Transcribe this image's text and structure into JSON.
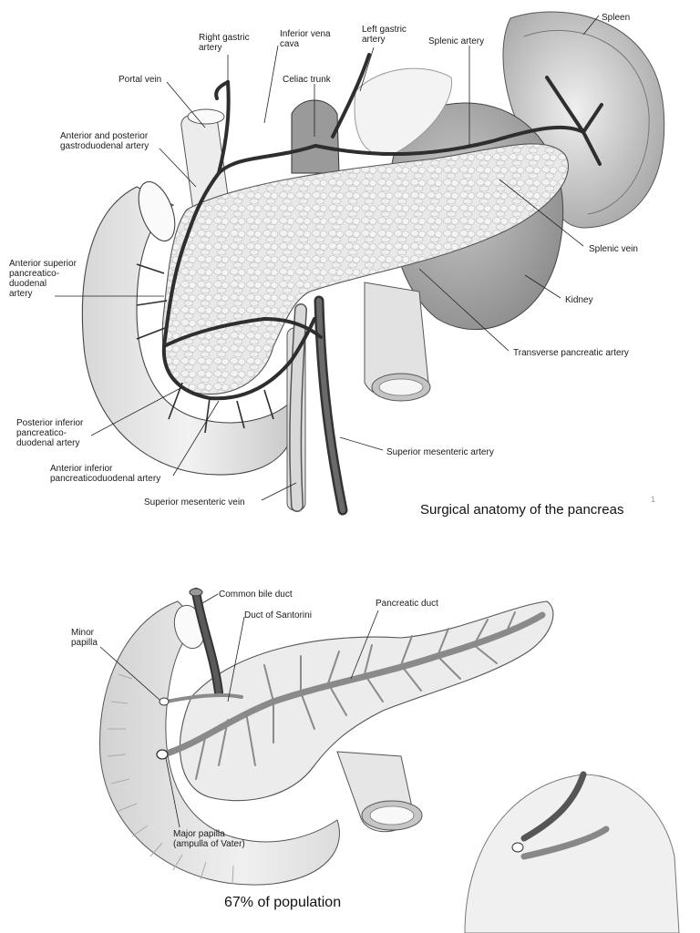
{
  "figure1": {
    "labels": {
      "spleen": "Spleen",
      "right_gastric": [
        "Right gastric",
        "artery"
      ],
      "ivc": [
        "Inferior vena",
        "cava"
      ],
      "left_gastric": [
        "Left gastric",
        "artery"
      ],
      "splenic_artery": "Splenic artery",
      "portal_vein": "Portal vein",
      "celiac_trunk": "Celiac trunk",
      "gastroduodenal": [
        "Anterior and posterior",
        "gastroduodenal artery"
      ],
      "ant_sup_pd": [
        "Anterior superior",
        "pancreatico-",
        "duodenal",
        "artery"
      ],
      "splenic_vein": "Splenic vein",
      "kidney": "Kidney",
      "transverse_pa": "Transverse pancreatic artery",
      "post_inf_pd": [
        "Posterior inferior",
        "pancreatico-",
        "duodenal artery"
      ],
      "ant_inf_pd": [
        "Anterior inferior",
        "pancreaticoduodenal artery"
      ],
      "sma": "Superior mesenteric artery",
      "smv": "Superior mesenteric vein"
    },
    "caption": "Surgical anatomy of the pancreas",
    "page_number": "1"
  },
  "figure2": {
    "labels": {
      "cbd": "Common bile duct",
      "santorini": "Duct of Santorini",
      "pancreatic_duct": "Pancreatic duct",
      "minor_papilla": [
        "Minor",
        "papilla"
      ],
      "major_papilla": [
        "Major papilla",
        "(ampulla of Vater)"
      ]
    },
    "caption": "67% of population"
  }
}
